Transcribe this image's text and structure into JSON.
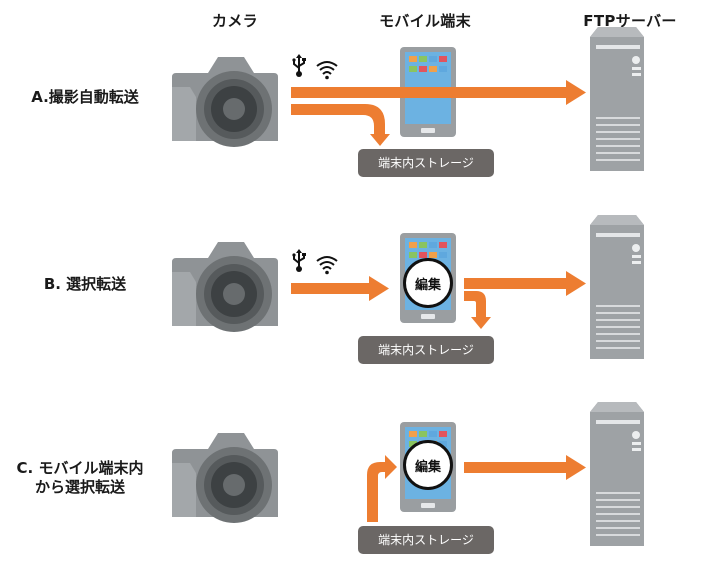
{
  "columns": {
    "camera": "カメラ",
    "mobile": "モバイル端末",
    "server": "FTPサーバー"
  },
  "rows": [
    {
      "label_lines": [
        "A.撮影自動転送"
      ],
      "storage": "端末内ストレージ",
      "connection_icons": [
        "usb-icon",
        "wifi-icon"
      ]
    },
    {
      "label_lines": [
        "B. 選択転送"
      ],
      "storage": "端末内ストレージ",
      "edit": "編集",
      "connection_icons": [
        "usb-icon",
        "wifi-icon"
      ]
    },
    {
      "label_lines": [
        "C. モバイル端末内",
        "から選択転送"
      ],
      "storage": "端末内ストレージ",
      "edit": "編集"
    }
  ],
  "colors": {
    "arrow": "#ed7d31",
    "storage_bg": "#6b6765",
    "device_gray": "#9a9ea1"
  }
}
